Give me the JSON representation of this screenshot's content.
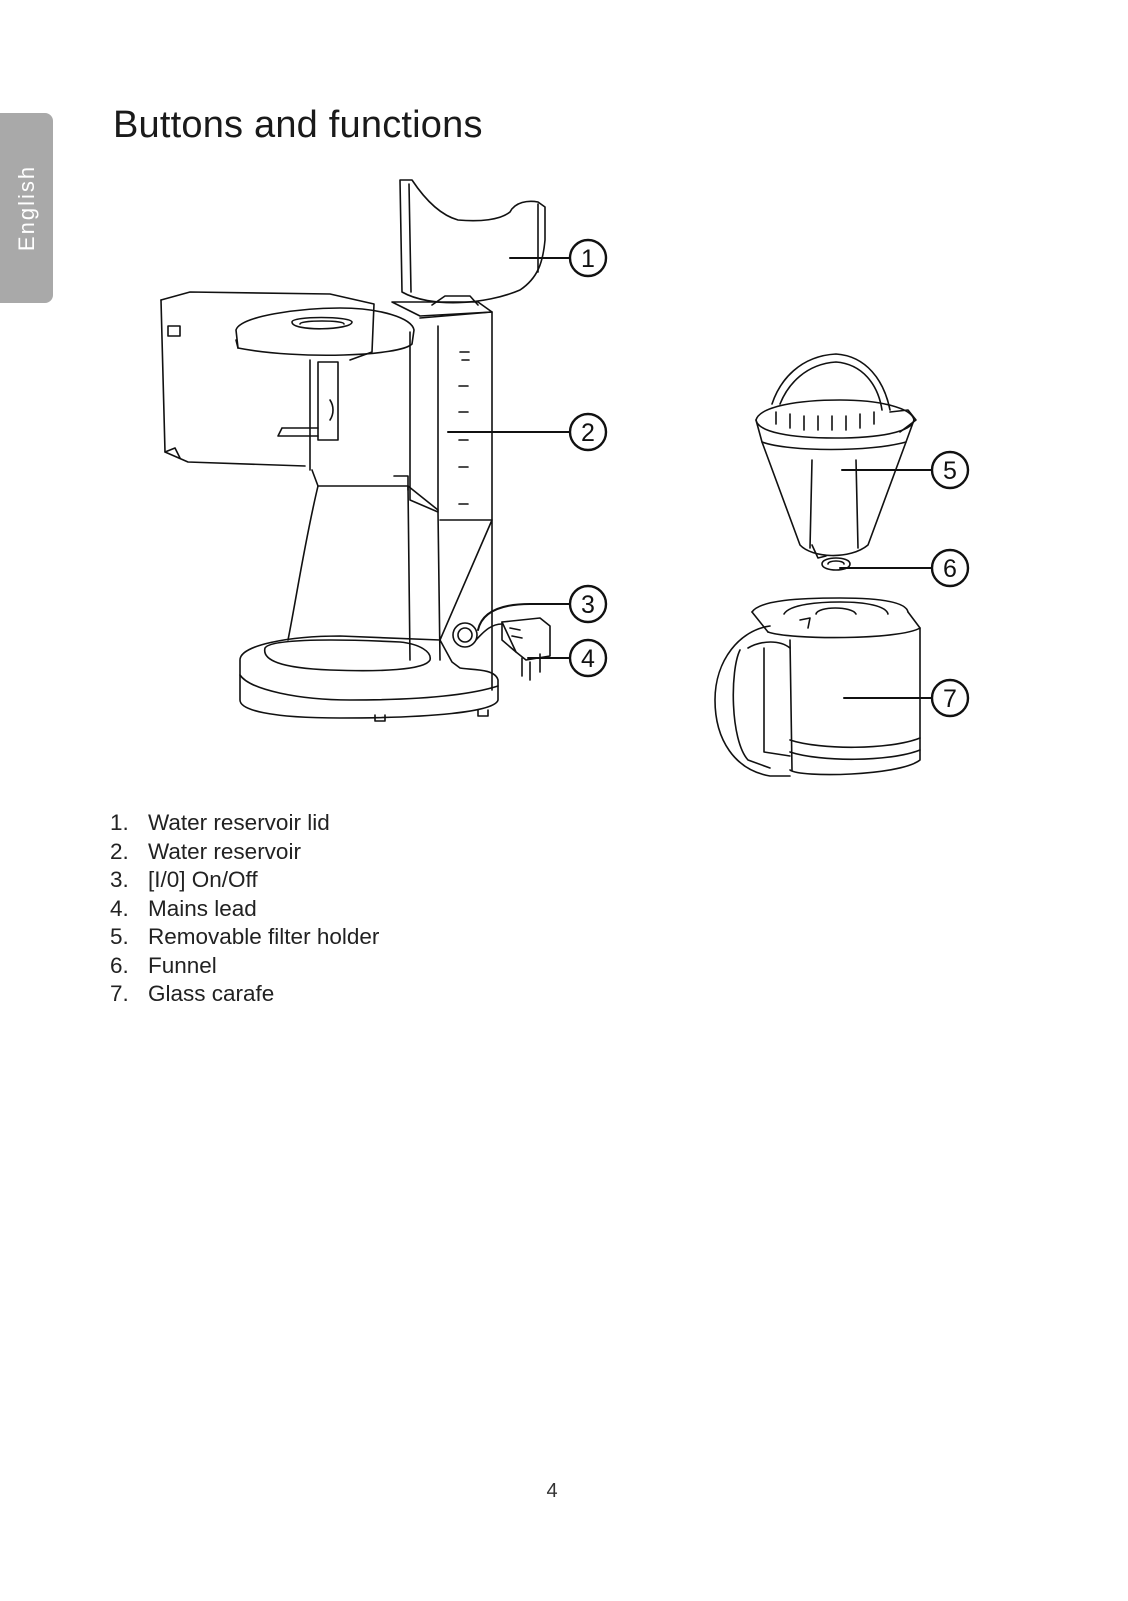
{
  "sidebar": {
    "language": "English"
  },
  "page": {
    "title": "Buttons and functions",
    "number": "4"
  },
  "callouts": [
    "1",
    "2",
    "3",
    "4",
    "5",
    "6",
    "7"
  ],
  "legend": [
    {
      "num": "1.",
      "label": "Water reservoir lid"
    },
    {
      "num": "2.",
      "label": "Water reservoir"
    },
    {
      "num": "3.",
      "label": "[I/0] On/Off"
    },
    {
      "num": "4.",
      "label": "Mains lead"
    },
    {
      "num": "5.",
      "label": "Removable filter holder"
    },
    {
      "num": "6.",
      "label": "Funnel"
    },
    {
      "num": "7.",
      "label": "Glass carafe"
    }
  ]
}
